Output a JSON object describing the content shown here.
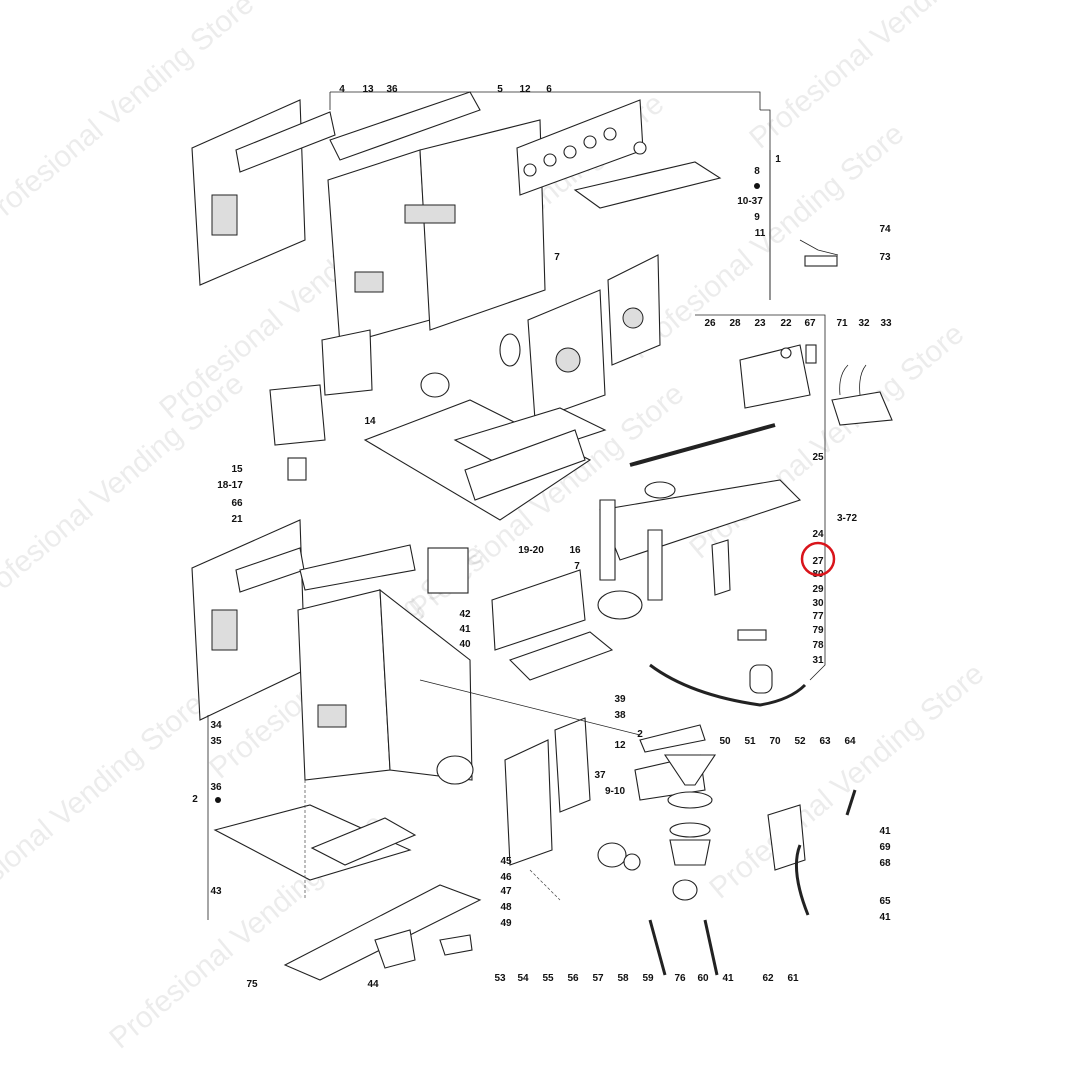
{
  "watermark": "Profesional Vending Store",
  "highlight": {
    "label": "27",
    "color": "#d9141b"
  },
  "labels": [
    "4",
    "13",
    "36",
    "5",
    "12",
    "6",
    "1",
    "8",
    "10-37",
    "9",
    "11",
    "7",
    "74",
    "73",
    "26",
    "28",
    "23",
    "22",
    "67",
    "71",
    "32",
    "33",
    "25",
    "3-72",
    "24",
    "27",
    "80",
    "29",
    "30",
    "77",
    "79",
    "78",
    "31",
    "14",
    "15",
    "18-17",
    "66",
    "21",
    "19-20",
    "16",
    "7",
    "42",
    "41",
    "40",
    "39",
    "38",
    "2",
    "12",
    "34",
    "35",
    "36",
    "2",
    "43",
    "37",
    "9-10",
    "50",
    "51",
    "70",
    "52",
    "63",
    "64",
    "41",
    "69",
    "68",
    "65",
    "41",
    "45",
    "46",
    "47",
    "48",
    "49",
    "75",
    "44",
    "53",
    "54",
    "55",
    "56",
    "57",
    "58",
    "59",
    "76",
    "60",
    "41",
    "62",
    "61"
  ]
}
